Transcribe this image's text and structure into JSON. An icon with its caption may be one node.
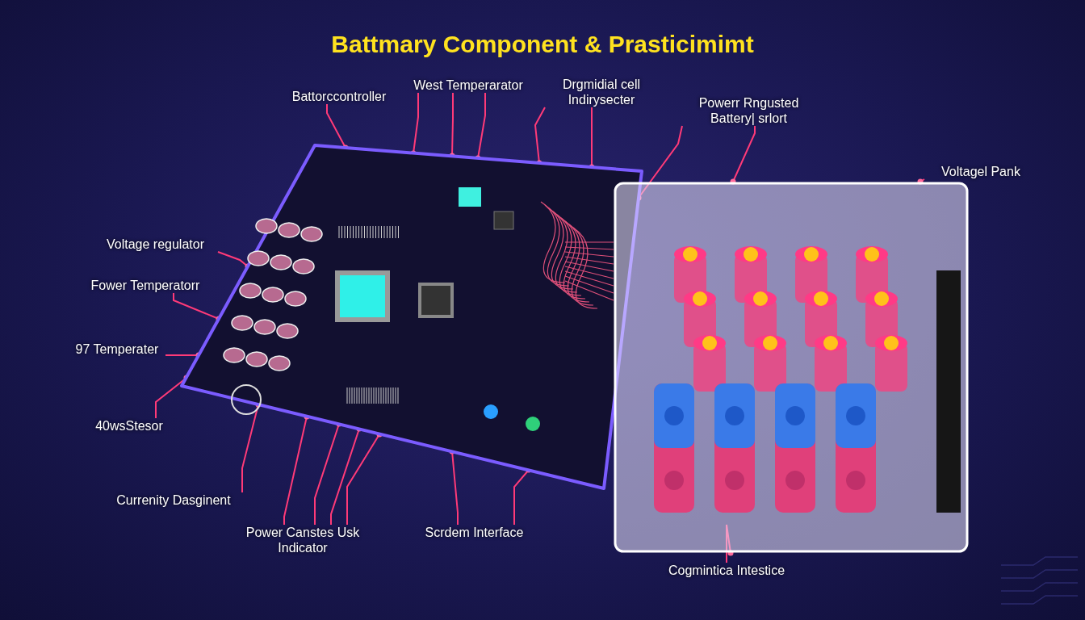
{
  "diagram": {
    "title": "Battmary Component & Prasticimimt",
    "nodes": [
      {
        "text": [],
        "shape": "picture"
      },
      {
        "text": [],
        "shape": "picture"
      },
      {
        "text": [
          "Battorccontroller"
        ]
      },
      {
        "text": [
          "West Temperarator"
        ]
      },
      {
        "text": [
          "Drgmidial cell Indirysecter"
        ]
      },
      {
        "text": [
          "Powerr Rngusted Battery| srlort"
        ]
      },
      {
        "text": [
          "Voltagel Pank"
        ]
      },
      {
        "text": [
          "Voltage regulator"
        ]
      },
      {
        "text": [
          "Fower Temperatorr"
        ]
      },
      {
        "text": [
          "97 Temperater"
        ]
      },
      {
        "text": [
          "40wsStesor"
        ]
      },
      {
        "text": [
          "Currenity Dasginent"
        ]
      },
      {
        "text": [
          "Power Canstes Usk Indicator"
        ]
      },
      {
        "text": [
          "Scrdem Interface"
        ]
      },
      {
        "text": [
          "Cogmintica Intestice"
        ]
      }
    ],
    "edges": [
      {
        "from": 2,
        "to": 0,
        "arrow": "other"
      },
      {
        "from": 3,
        "to": 0,
        "arrow": "other"
      },
      {
        "from": 3,
        "to": 0,
        "arrow": "other"
      },
      {
        "from": 3,
        "to": 0,
        "arrow": "other"
      },
      {
        "from": 4,
        "to": 0,
        "arrow": "other"
      },
      {
        "from": 4,
        "to": 0,
        "arrow": "other"
      },
      {
        "from": 5,
        "to": 0,
        "arrow": "other"
      },
      {
        "from": 5,
        "to": 1,
        "arrow": "other"
      },
      {
        "from": 6,
        "to": 1,
        "arrow": "other"
      },
      {
        "from": 7,
        "to": 0,
        "arrow": "other"
      },
      {
        "from": 8,
        "to": 0,
        "arrow": "other"
      },
      {
        "from": 9,
        "to": 0,
        "arrow": "other"
      },
      {
        "from": 10,
        "to": 0,
        "arrow": "other"
      },
      {
        "from": 11,
        "to": 0,
        "arrow": "other"
      },
      {
        "from": 12,
        "to": 0,
        "arrow": "other"
      },
      {
        "from": 12,
        "to": 0,
        "arrow": "other"
      },
      {
        "from": 12,
        "to": 0,
        "arrow": "other"
      },
      {
        "from": 12,
        "to": 0,
        "arrow": "other"
      },
      {
        "from": 13,
        "to": 0,
        "arrow": "other"
      },
      {
        "from": 13,
        "to": 0,
        "arrow": "other"
      },
      {
        "from": 14,
        "to": 1,
        "arrow": "other"
      }
    ]
  }
}
